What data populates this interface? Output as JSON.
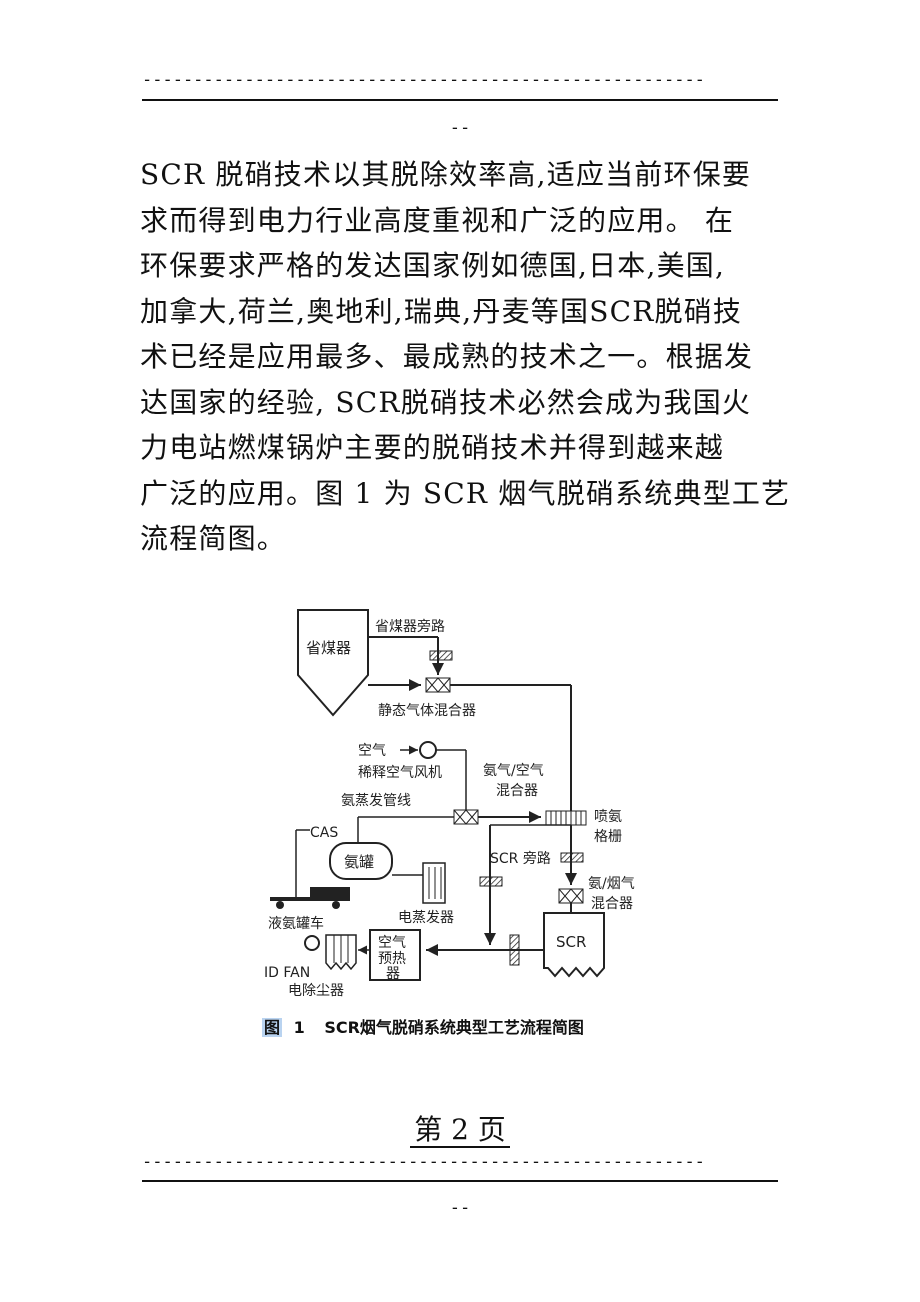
{
  "header": {
    "dash_line": "-------------------------------------------------------",
    "short_dash": "--"
  },
  "body_text": {
    "lines": [
      "SCR 脱硝技术以其脱除效率高,适应当前环保要",
      "求而得到电力行业高度重视和广泛的应用。 在",
      "环保要求严格的发达国家例如德国,日本,美国,",
      "加拿大,荷兰,奥地利,瑞典,丹麦等国SCR脱硝技",
      "术已经是应用最多、最成熟的技术之一。根据发",
      "达国家的经验, SCR脱硝技术必然会成为我国火",
      "力电站燃煤锅炉主要的脱硝技术并得到越来越",
      "广泛的应用。图 1 为 SCR 烟气脱硝系统典型工艺",
      "流程简图。"
    ]
  },
  "figure": {
    "labels": {
      "economizer": "省煤器",
      "economizer_bypass": "省煤器旁路",
      "static_mixer": "静态气体混合器",
      "air": "空气",
      "dilution_fan": "稀释空气风机",
      "ammonia_air_mixer_1": "氨气/空气",
      "ammonia_air_mixer_2": "混合器",
      "ammonia_evap_line": "氨蒸发管线",
      "cas": "CAS",
      "ammonia_tank": "氨罐",
      "grid_1": "喷氨",
      "grid_2": "格栅",
      "scr_bypass": "SCR 旁路",
      "ammonia_flue_mixer_1": "氨/烟气",
      "ammonia_flue_mixer_2": "混合器",
      "tanker_truck": "液氨罐车",
      "electric_evaporator": "电蒸发器",
      "scr": "SCR",
      "air_preheater_1": "空气",
      "air_preheater_2": "预热",
      "air_preheater_3": "器",
      "id_fan": "ID FAN",
      "esp": "电除尘器"
    },
    "caption_tag": "图",
    "caption_num": "1",
    "caption_text": "SCR烟气脱硝系统典型工艺流程简图"
  },
  "footer": {
    "page_label": "第 2 页",
    "dash_line": "-------------------------------------------------------",
    "short_dash": "--"
  }
}
